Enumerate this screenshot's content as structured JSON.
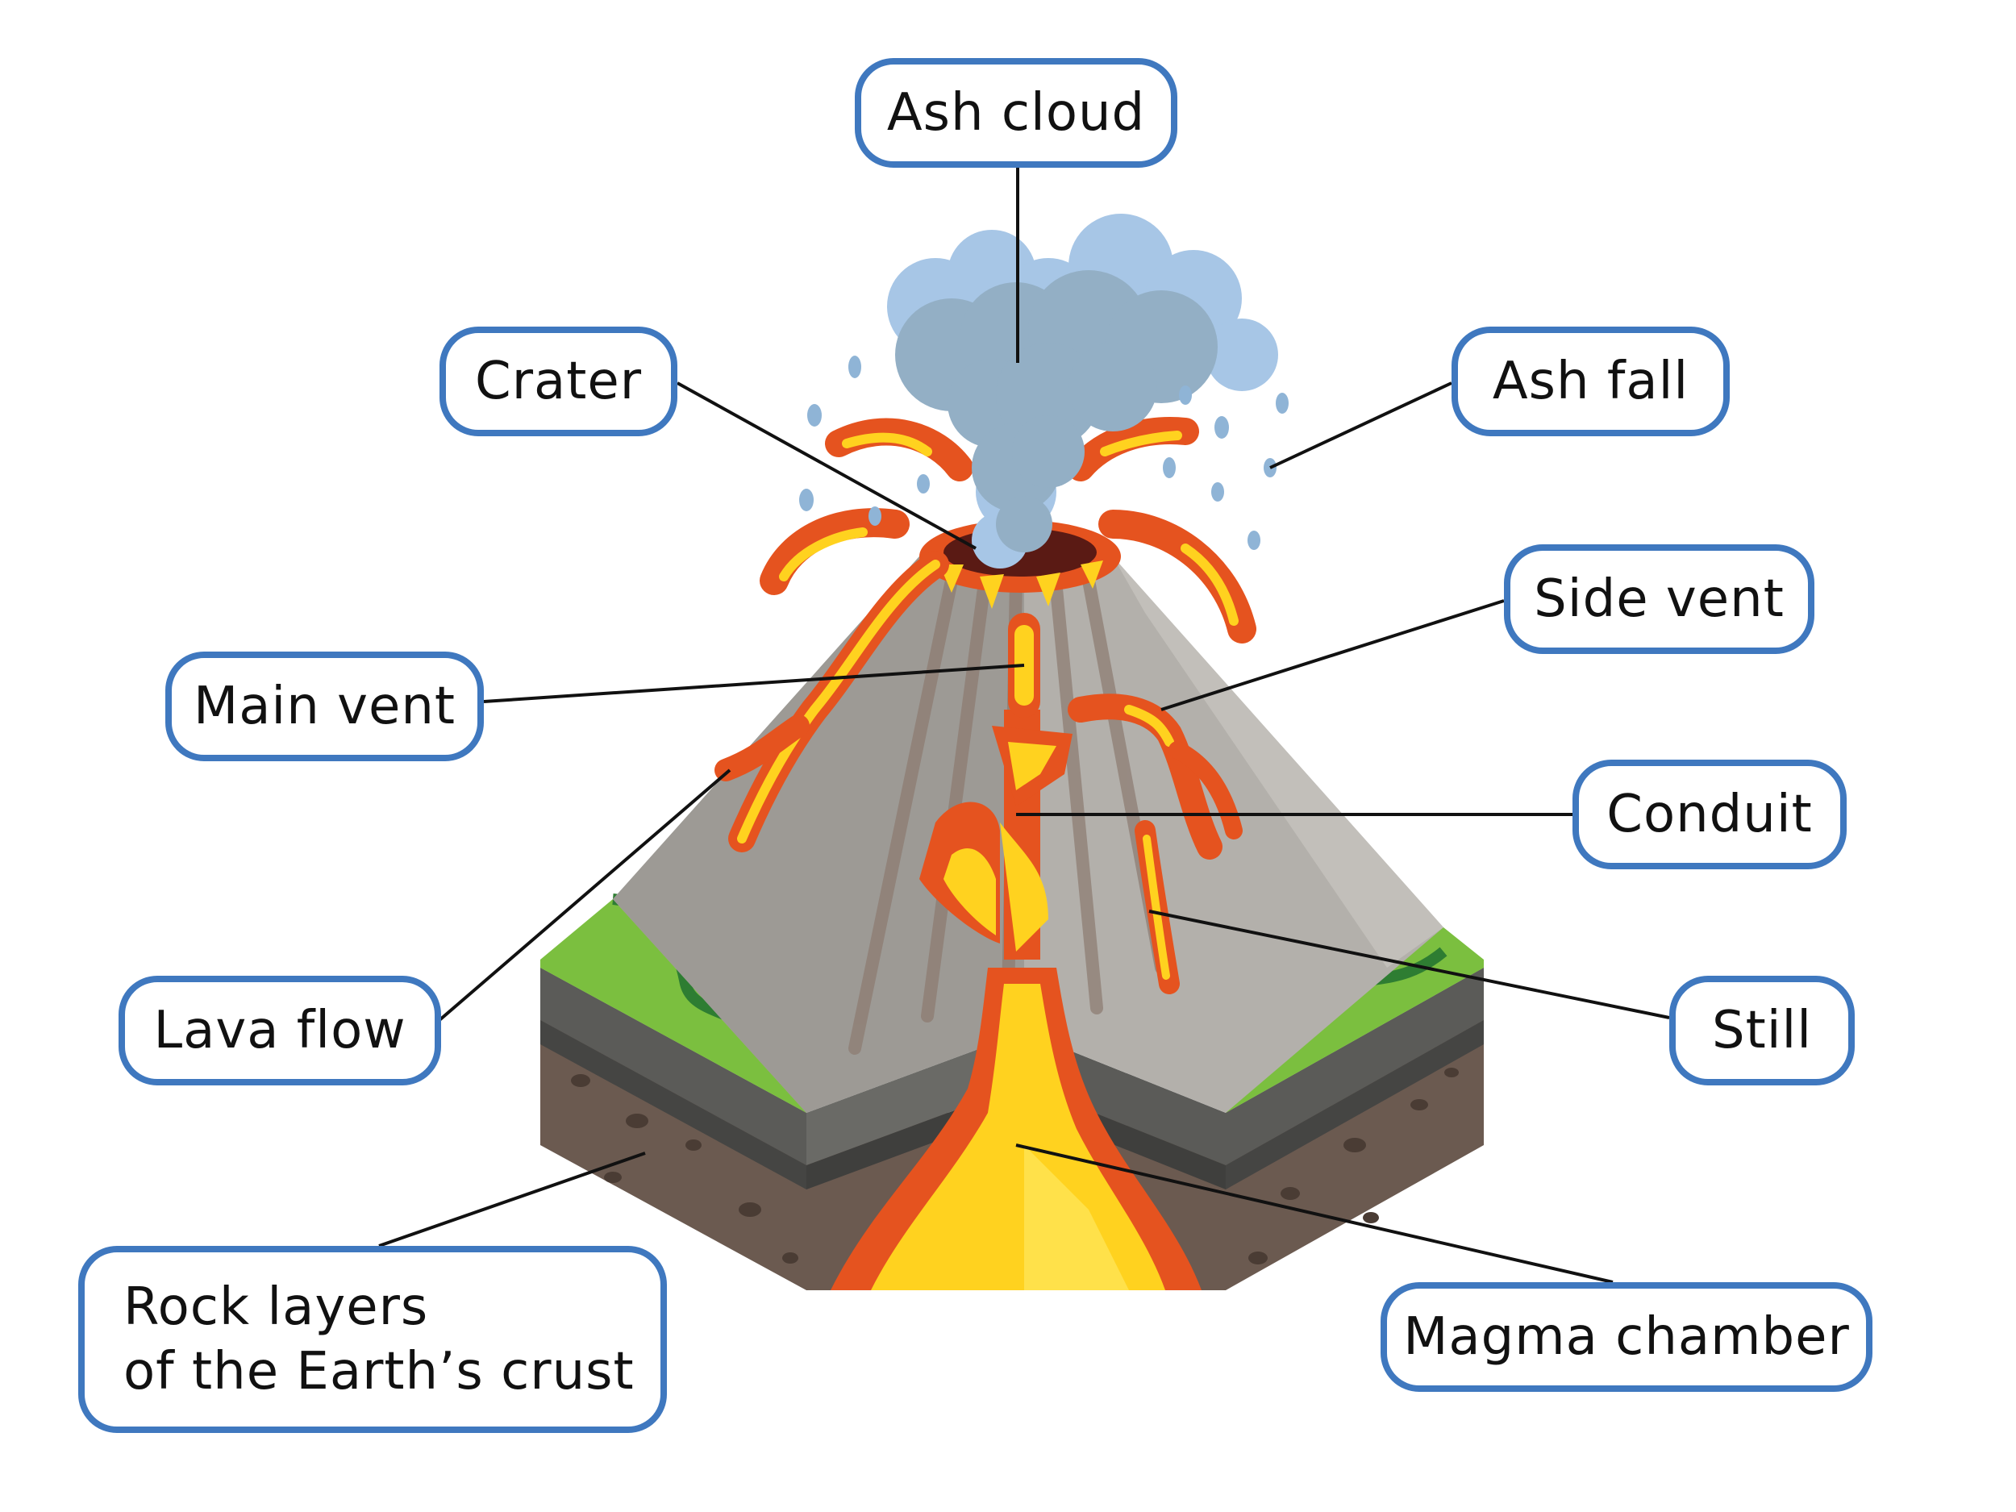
{
  "diagram": {
    "labels": {
      "ash_cloud": "Ash cloud",
      "crater": "Crater",
      "ash_fall": "Ash fall",
      "side_vent": "Side vent",
      "main_vent": "Main vent",
      "conduit": "Conduit",
      "lava_flow": "Lava flow",
      "still": "Still",
      "rock_layers_line1": "Rock layers",
      "rock_layers_line2": "of the Earth’s crust",
      "magma_chamber": "Magma chamber"
    },
    "colors": {
      "label_border": "#3f78bf",
      "cone": "#a9a6a2",
      "lava_orange": "#e5531f",
      "lava_yellow": "#ffd21f",
      "grass": "#7bbf3f",
      "soil": "#7a6457",
      "ash": "#9fb6c9"
    }
  }
}
